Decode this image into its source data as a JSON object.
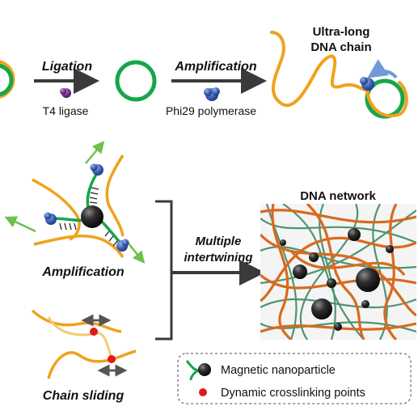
{
  "steps": {
    "ligation": {
      "label": "Ligation",
      "enzyme": "T4 ligase"
    },
    "amplification": {
      "label": "Amplification",
      "enzyme": "Phi29 polymerase"
    },
    "product": {
      "line1": "Ultra-long",
      "line2": "DNA chain"
    }
  },
  "mechanisms": {
    "amplification": "Amplification",
    "chain_sliding": "Chain sliding"
  },
  "combine": {
    "line1": "Multiple",
    "line2": "intertwining"
  },
  "network": {
    "title": "DNA network"
  },
  "legend": {
    "nanoparticle": "Magnetic nanoparticle",
    "crosslink": "Dynamic crosslinking points"
  },
  "colors": {
    "dna_orange": "#f0a21c",
    "ring_green": "#16a64a",
    "arrow_grey": "#3a3a3a",
    "flow_green": "#6cc24a",
    "crosslink_red": "#e0191d",
    "network_orange": "#d86a1e",
    "network_green": "#3e8a62",
    "enzyme_blue": "#3f62b5",
    "ligase_purple": "#7a2f8e"
  }
}
